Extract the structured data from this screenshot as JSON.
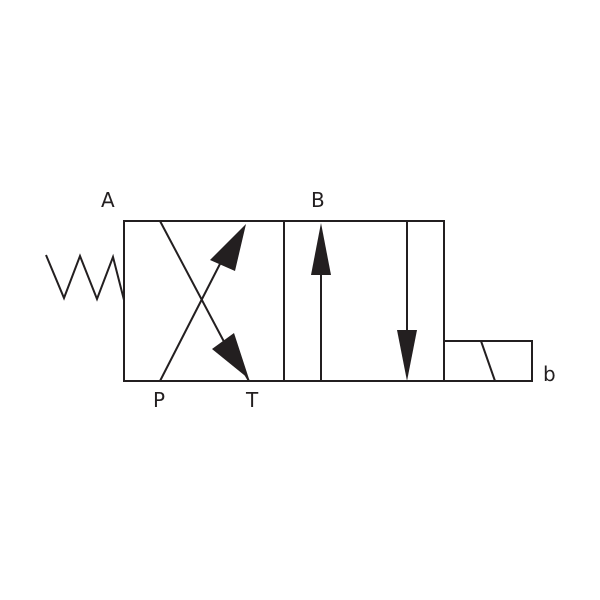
{
  "diagram": {
    "labels": {
      "port_a": "A",
      "port_b": "B",
      "port_p": "P",
      "port_t": "T",
      "solenoid_b": "b"
    },
    "colors": {
      "stroke": "#231f20",
      "background": "#ffffff"
    },
    "icons": {
      "spring": "spring-actuator-icon",
      "solenoid": "solenoid-actuator-icon",
      "arrow": "flow-arrow-icon"
    }
  }
}
